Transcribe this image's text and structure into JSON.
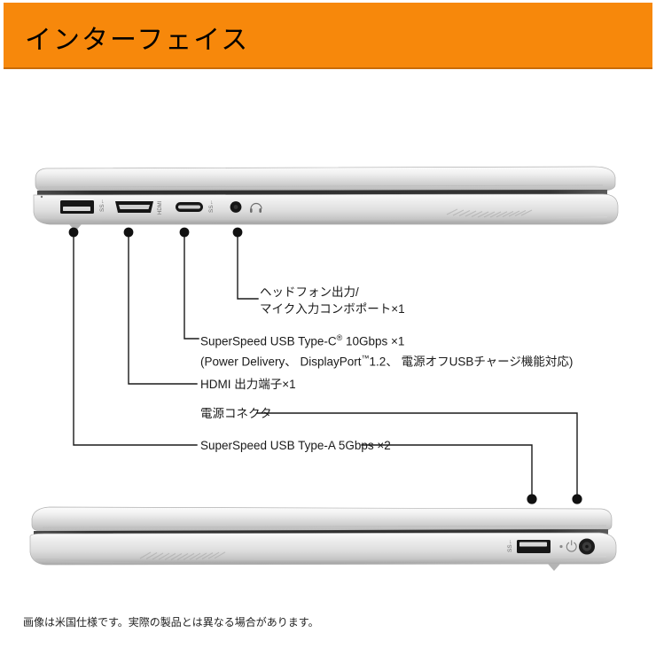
{
  "header": {
    "title": "インターフェイス",
    "background_color": "#f7880b",
    "text_color": "#000000"
  },
  "callouts": [
    {
      "id": "headphone",
      "line1": "ヘッドフォン出力/",
      "line2": "マイク入力コンボポート×1"
    },
    {
      "id": "usb-c",
      "line1": "SuperSpeed USB Type-C",
      "line1_sup": "®",
      "line1_tail": " 10Gbps ×1",
      "line2_a": "(Power Delivery、 DisplayPort",
      "line2_sup": "™",
      "line2_b": "1.2、 電源オフUSBチャージ機能対応)"
    },
    {
      "id": "hdmi",
      "line1": "HDMI 出力端子×1"
    },
    {
      "id": "power-connector",
      "line1": "電源コネクタ"
    },
    {
      "id": "usb-a",
      "line1": "SuperSpeed USB Type-A 5Gbps ×2"
    }
  ],
  "ports": {
    "top_laptop": [
      {
        "name": "usb-a-port",
        "marking": "SS"
      },
      {
        "name": "hdmi-port",
        "marking": "HDMI"
      },
      {
        "name": "usb-c-port",
        "marking": "SS"
      },
      {
        "name": "headphone-jack",
        "marking": "headphone"
      }
    ],
    "bottom_laptop": [
      {
        "name": "usb-a-port",
        "marking": "SS"
      },
      {
        "name": "power-jack",
        "marking": "power"
      }
    ]
  },
  "footer": {
    "note": "画像は米国仕様です。実際の製品とは異なる場合があります。"
  },
  "colors": {
    "accent": "#f7880b",
    "line": "#1a1a1a",
    "laptop_body_light": "#f2f2f2",
    "laptop_body_mid": "#cfcfcf",
    "laptop_body_dark": "#9a9a9a",
    "port_dark": "#161616"
  }
}
